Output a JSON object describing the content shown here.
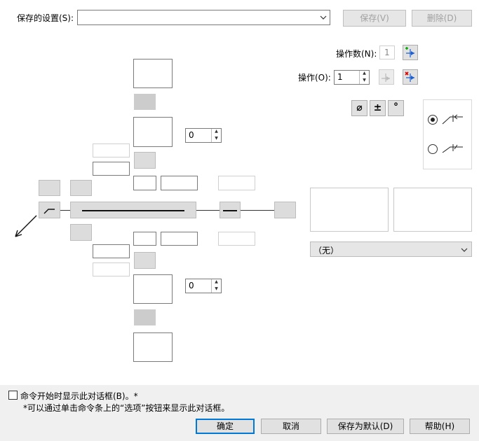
{
  "saved_settings": {
    "label": "保存的设置(S):",
    "value": "",
    "save_label": "保存(V)",
    "delete_label": "删除(D)"
  },
  "ops": {
    "count_label": "操作数(N):",
    "count_value": "1",
    "op_label": "操作(O):",
    "op_value": "1"
  },
  "spinners": {
    "upper_value": "0",
    "lower_value": "0"
  },
  "symbols": {
    "diameter": "⌀",
    "plusminus": "±",
    "degree": "°"
  },
  "dropdown": {
    "value": "（无）"
  },
  "footer": {
    "checkbox_label": "命令开始时显示此对话框(B)。*",
    "note": "*可以通过单击命令条上的“选项”按钮来显示此对话框。",
    "ok": "确定",
    "cancel": "取消",
    "save_default": "保存为默认(D)",
    "help": "帮助(H)"
  },
  "colors": {
    "accent": "#0078d7",
    "footer_bg": "#f0f0f0"
  }
}
